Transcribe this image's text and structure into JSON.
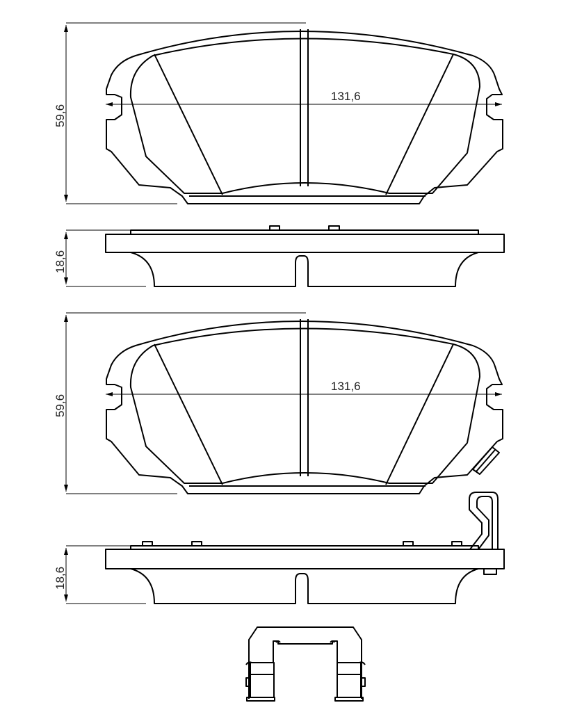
{
  "views": [
    {
      "name": "pad-front-view",
      "width_label": "131,6",
      "height_label": "59,6"
    },
    {
      "name": "pad-side-view",
      "height_label": "18,6"
    },
    {
      "name": "pad-front-view-with-sensor",
      "width_label": "131,6",
      "height_label": "59,6"
    },
    {
      "name": "pad-side-view-with-sensor",
      "height_label": "18,6"
    }
  ],
  "accessories": [
    "wear-sensor",
    "mounting-clip"
  ]
}
